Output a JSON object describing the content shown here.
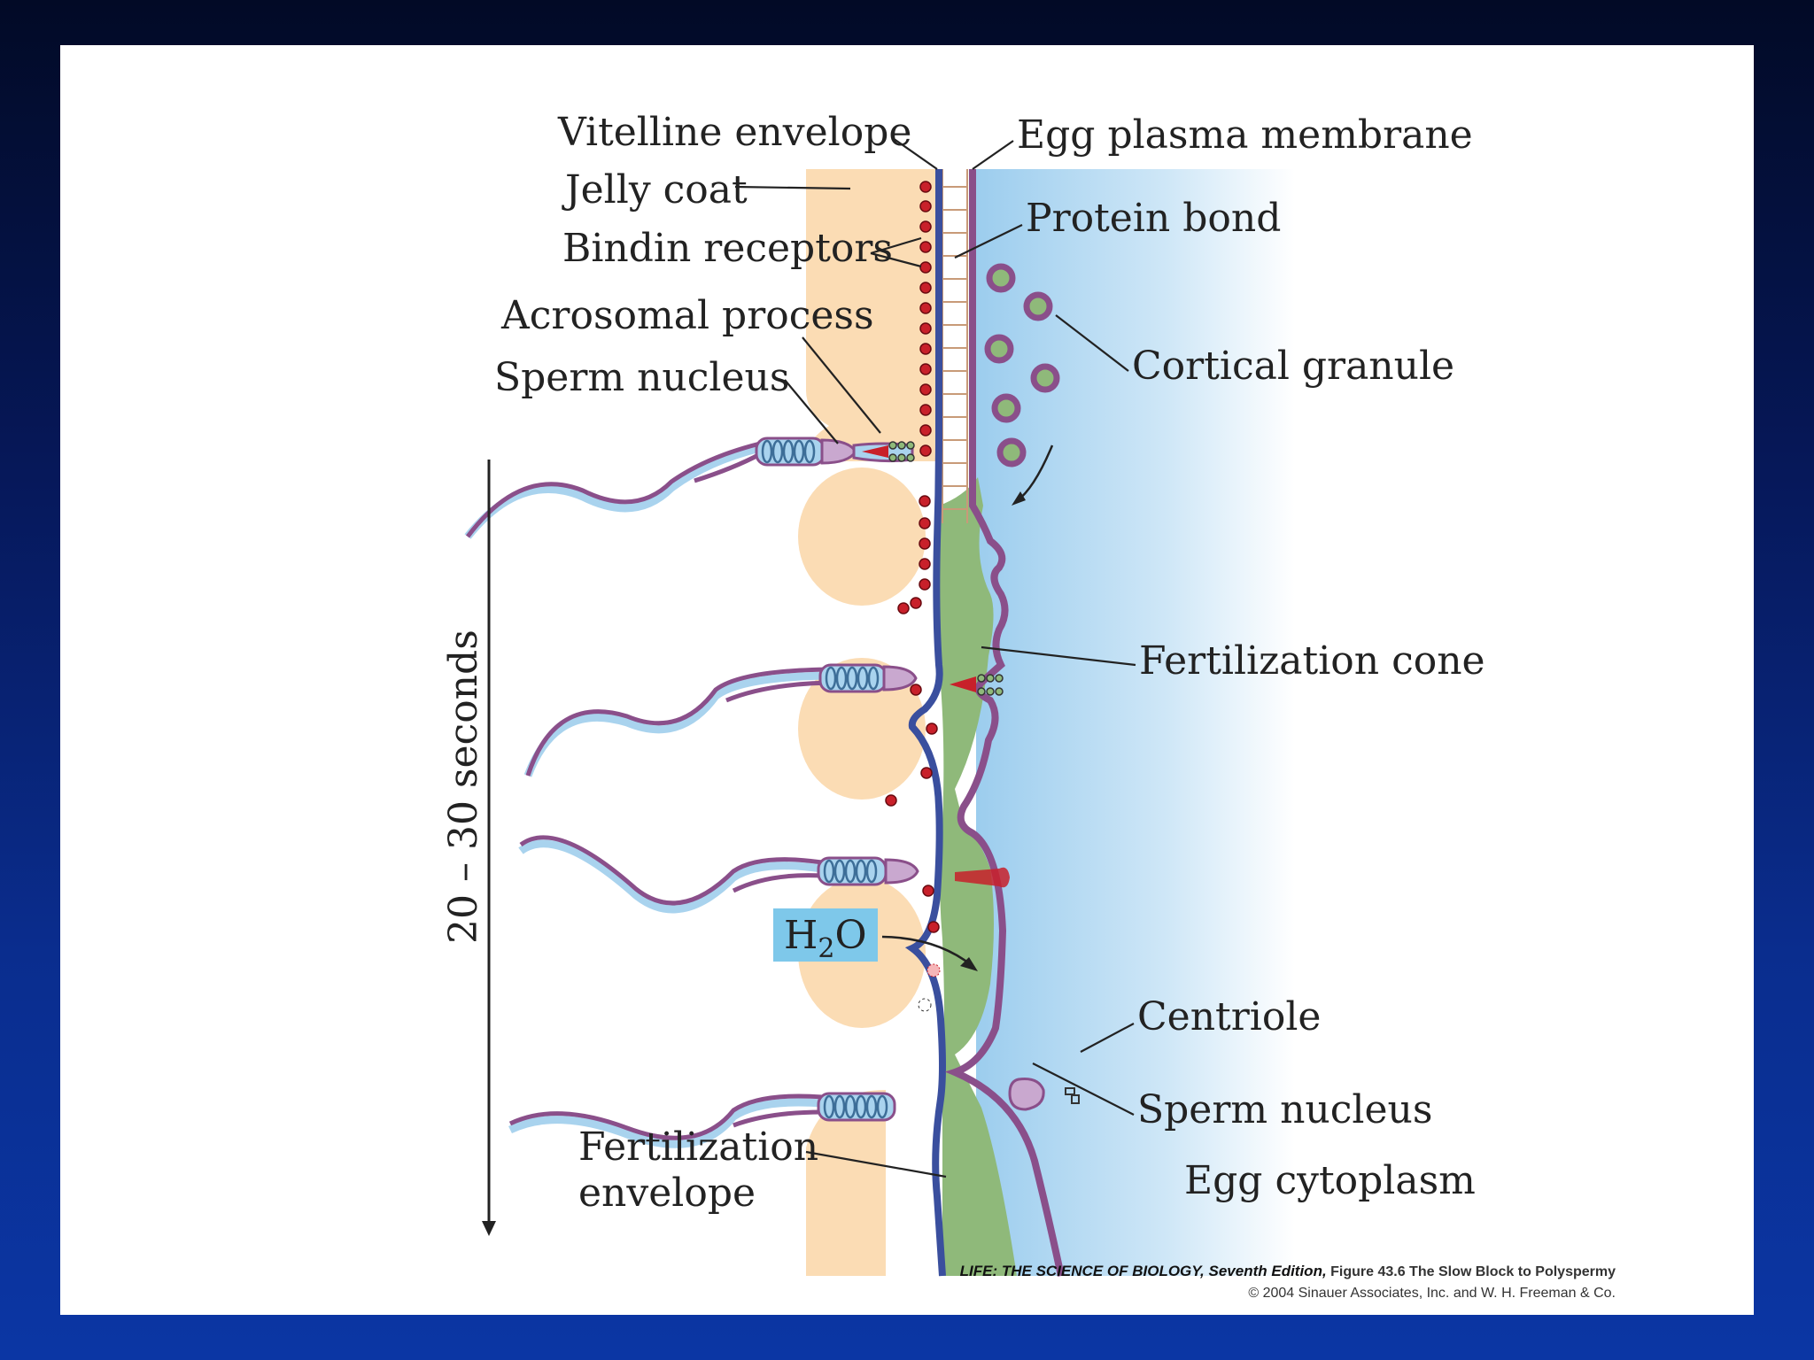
{
  "labels": {
    "vitelline_envelope": "Vitelline envelope",
    "egg_plasma_membrane": "Egg plasma membrane",
    "jelly_coat": "Jelly coat",
    "protein_bond": "Protein bond",
    "bindin_receptors": "Bindin receptors",
    "acrosomal_process": "Acrosomal process",
    "sperm_nucleus_top": "Sperm nucleus",
    "cortical_granule": "Cortical granule",
    "fertilization_cone": "Fertilization cone",
    "time_axis": "20 – 30 seconds",
    "h2o_h": "H",
    "h2o_sub": "2",
    "h2o_o": "O",
    "centriole": "Centriole",
    "sperm_nucleus_bottom": "Sperm nucleus",
    "fertilization_envelope_line1": "Fertilization",
    "fertilization_envelope_line2": "envelope",
    "egg_cytoplasm": "Egg cytoplasm"
  },
  "caption": {
    "source": "LIFE: THE SCIENCE OF BIOLOGY, Seventh Edition,",
    "figure": " Figure 43.6 The Slow Block to Polyspermy",
    "copyright": "© 2004 Sinauer Associates, Inc. and W. H. Freeman & Co."
  },
  "colors": {
    "jelly": "#fbdcb4",
    "cytoplasm": "#bfe0f4",
    "perivitelline": "#8fb97a",
    "vitelline": "#3a4f9e",
    "membrane": "#8a4f8a",
    "receptor": "#c8202a",
    "h2o_box": "#7ec8ea"
  }
}
